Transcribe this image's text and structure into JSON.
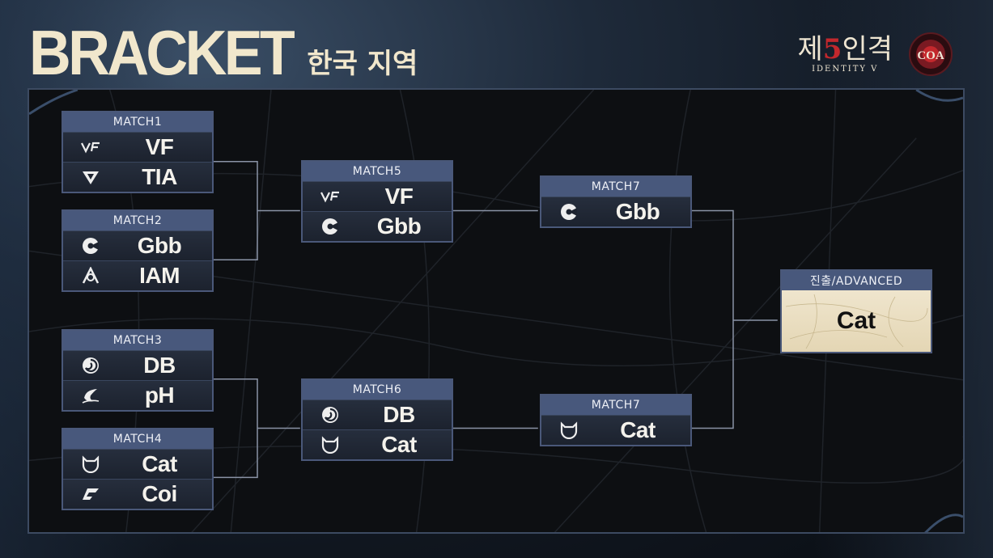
{
  "header": {
    "title": "BRACKET",
    "subtitle": "한국 지역"
  },
  "brand": {
    "game_logo_kr_pre": "제",
    "game_logo_kr_num": "5",
    "game_logo_kr_post": "인격",
    "game_logo_en": "IDENTITY V",
    "coa_logo": "COA",
    "accent_color": "#c3282d"
  },
  "matches": [
    {
      "label": "MATCH1",
      "teams": [
        {
          "name": "VF",
          "icon": "vf-logo-icon"
        },
        {
          "name": "TIA",
          "icon": "tia-logo-icon"
        }
      ]
    },
    {
      "label": "MATCH2",
      "teams": [
        {
          "name": "Gbb",
          "icon": "gbb-logo-icon"
        },
        {
          "name": "IAM",
          "icon": "iam-logo-icon"
        }
      ]
    },
    {
      "label": "MATCH3",
      "teams": [
        {
          "name": "DB",
          "icon": "db-logo-icon"
        },
        {
          "name": "pH",
          "icon": "ph-logo-icon"
        }
      ]
    },
    {
      "label": "MATCH4",
      "teams": [
        {
          "name": "Cat",
          "icon": "cat-logo-icon"
        },
        {
          "name": "Coi",
          "icon": "coi-logo-icon"
        }
      ]
    },
    {
      "label": "MATCH5",
      "teams": [
        {
          "name": "VF",
          "icon": "vf-logo-icon"
        },
        {
          "name": "Gbb",
          "icon": "gbb-logo-icon"
        }
      ]
    },
    {
      "label": "MATCH6",
      "teams": [
        {
          "name": "DB",
          "icon": "db-logo-icon"
        },
        {
          "name": "Cat",
          "icon": "cat-logo-icon"
        }
      ]
    },
    {
      "label": "MATCH7",
      "teams": [
        {
          "name": "Gbb",
          "icon": "gbb-logo-icon"
        }
      ]
    },
    {
      "label": "MATCH7",
      "teams": [
        {
          "name": "Cat",
          "icon": "cat-logo-icon"
        }
      ]
    }
  ],
  "advanced": {
    "label": "진출/ADVANCED",
    "team": "Cat"
  }
}
